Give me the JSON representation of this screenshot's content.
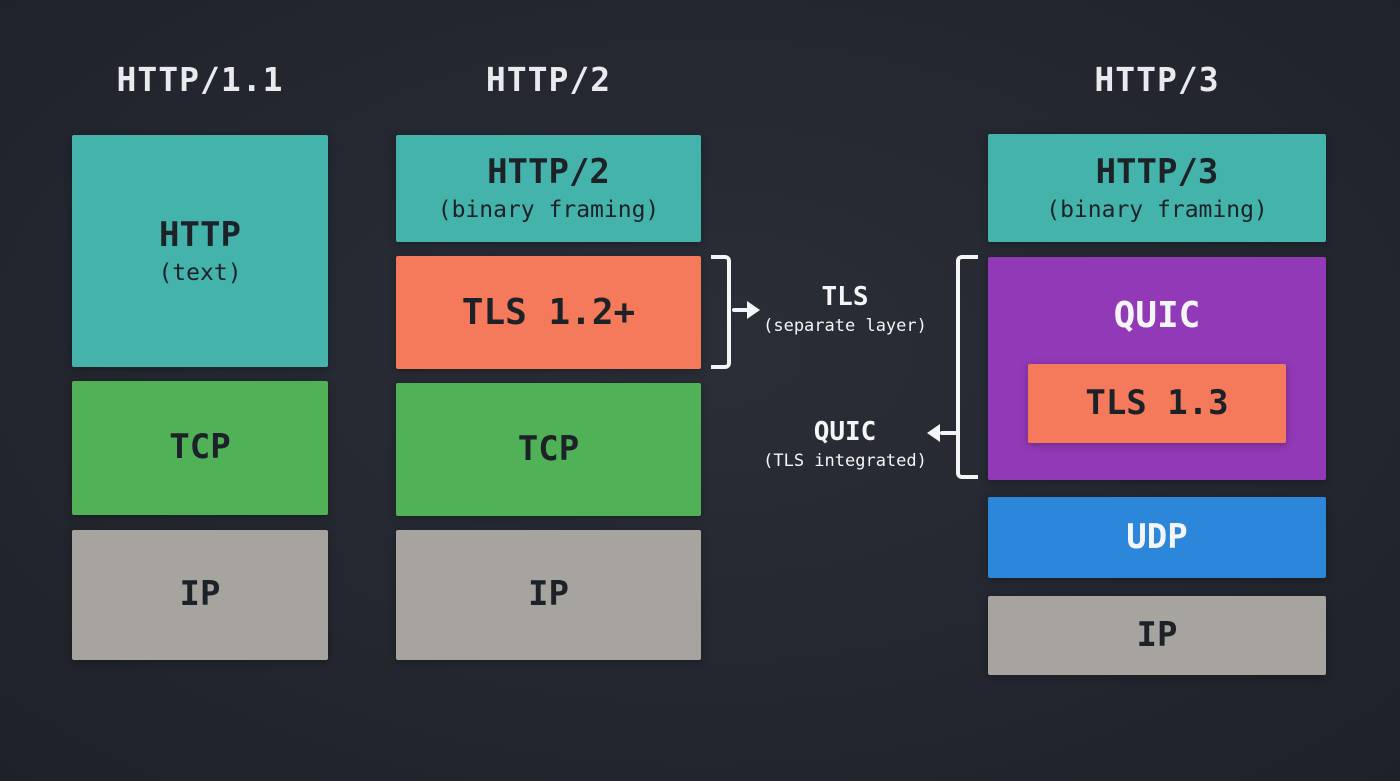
{
  "palette": {
    "background": "#23262e",
    "teal": "#44b3ab",
    "green": "#50b157",
    "gray": "#a7a49f",
    "orange": "#f5795b",
    "purple": "#9239b7",
    "blue": "#2c86d9",
    "dark_text": "#1d2128",
    "light_text": "#f4f5f6"
  },
  "columns": [
    {
      "title": "HTTP/1.1",
      "layers": [
        {
          "label": "HTTP",
          "sublabel": "(text)",
          "color": "teal"
        },
        {
          "label": "TCP",
          "color": "green"
        },
        {
          "label": "IP",
          "color": "gray"
        }
      ]
    },
    {
      "title": "HTTP/2",
      "layers": [
        {
          "label": "HTTP/2",
          "sublabel": "(binary framing)",
          "color": "teal"
        },
        {
          "label": "TLS 1.2+",
          "color": "orange"
        },
        {
          "label": "TCP",
          "color": "green"
        },
        {
          "label": "IP",
          "color": "gray"
        }
      ]
    },
    {
      "title": "HTTP/3",
      "layers": [
        {
          "label": "HTTP/3",
          "sublabel": "(binary framing)",
          "color": "teal"
        },
        {
          "label": "QUIC",
          "color": "purple",
          "inner": {
            "label": "TLS 1.3",
            "color": "orange"
          }
        },
        {
          "label": "UDP",
          "color": "blue"
        },
        {
          "label": "IP",
          "color": "gray"
        }
      ]
    }
  ],
  "annotations": [
    {
      "label": "TLS",
      "sublabel": "(separate layer)",
      "target": "tls-1.2-layer",
      "arrow_direction": "right"
    },
    {
      "label": "QUIC",
      "sublabel": "(TLS integrated)",
      "target": "quic-layer",
      "arrow_direction": "left"
    }
  ]
}
